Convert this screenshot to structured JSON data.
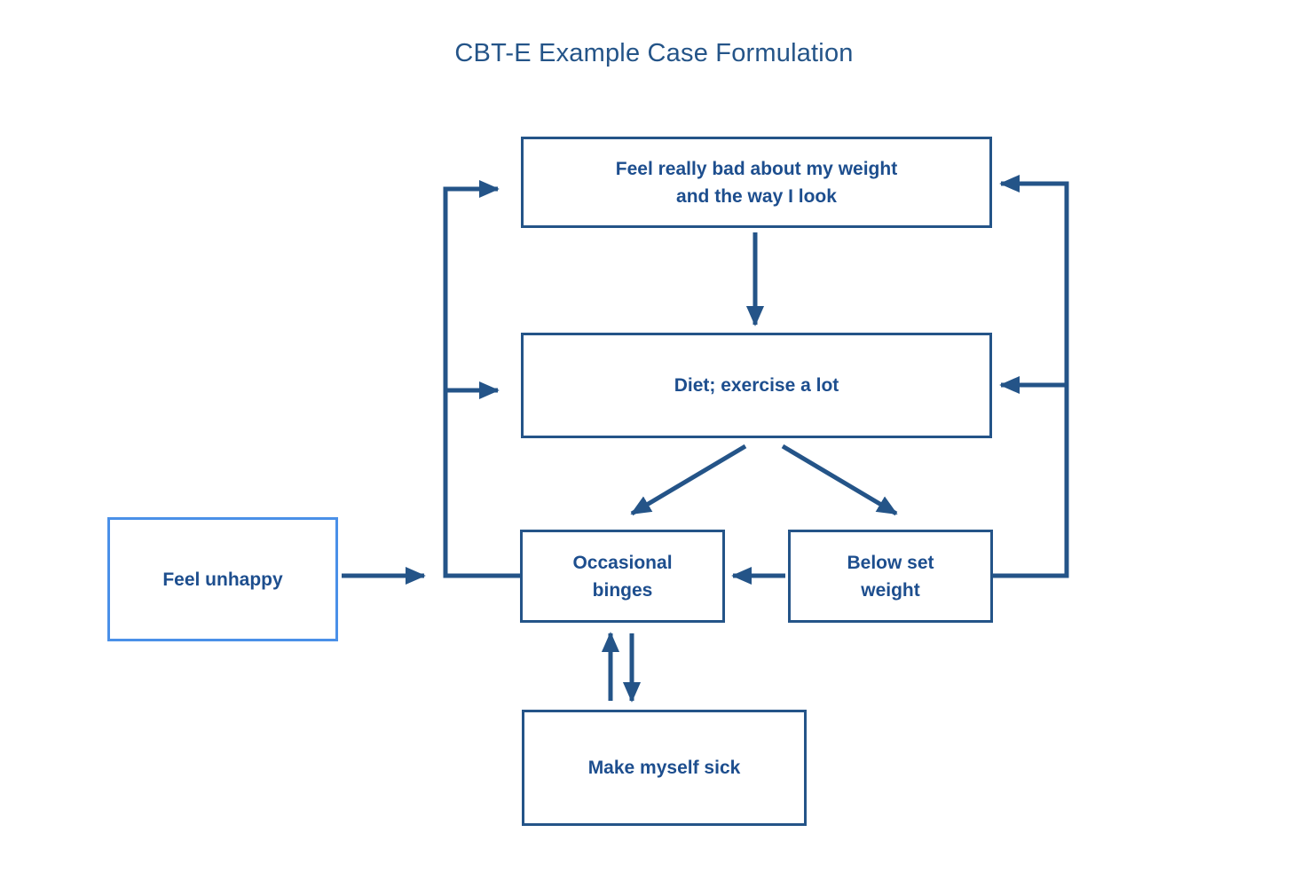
{
  "page": {
    "title": "CBT-E Example Case Formulation",
    "background_color": "#ffffff"
  },
  "colors": {
    "primary_line": "#245488",
    "text": "#1d4e8e",
    "accent_border": "#4a90e8",
    "title": "#245488"
  },
  "nodes": [
    {
      "id": "body-image",
      "label": "Feel really bad about my weight\nand the way I look",
      "border": "primary"
    },
    {
      "id": "diet",
      "label": "Diet; exercise a lot",
      "border": "primary"
    },
    {
      "id": "unhappy",
      "label": "Feel unhappy",
      "border": "accent"
    },
    {
      "id": "binges",
      "label": "Occasional\nbinges",
      "border": "primary"
    },
    {
      "id": "setweight",
      "label": "Below set\nweight",
      "border": "primary"
    },
    {
      "id": "sick",
      "label": "Make myself sick",
      "border": "primary"
    }
  ],
  "edges": [
    {
      "id": "body-image-to-diet",
      "from": "body-image",
      "to": "diet",
      "style": "straight-down"
    },
    {
      "id": "diet-to-binges",
      "from": "diet",
      "to": "binges",
      "style": "diagonal-left"
    },
    {
      "id": "diet-to-setweight",
      "from": "diet",
      "to": "setweight",
      "style": "diagonal-right"
    },
    {
      "id": "setweight-to-binges",
      "from": "setweight",
      "to": "binges",
      "style": "straight-left"
    },
    {
      "id": "setweight-to-body-image",
      "from": "setweight",
      "to": "body-image",
      "style": "right-loop-up"
    },
    {
      "id": "setweight-to-diet",
      "from": "setweight",
      "to": "diet",
      "style": "right-loop-branch"
    },
    {
      "id": "binges-to-body-image",
      "from": "binges",
      "to": "body-image",
      "style": "left-loop-up"
    },
    {
      "id": "binges-to-diet",
      "from": "binges",
      "to": "diet",
      "style": "left-loop-branch"
    },
    {
      "id": "unhappy-to-binges",
      "from": "unhappy",
      "to": "binges",
      "style": "straight-right"
    },
    {
      "id": "sick-to-binges",
      "from": "sick",
      "to": "binges",
      "style": "up"
    },
    {
      "id": "binges-to-sick",
      "from": "binges",
      "to": "sick",
      "style": "down"
    }
  ]
}
